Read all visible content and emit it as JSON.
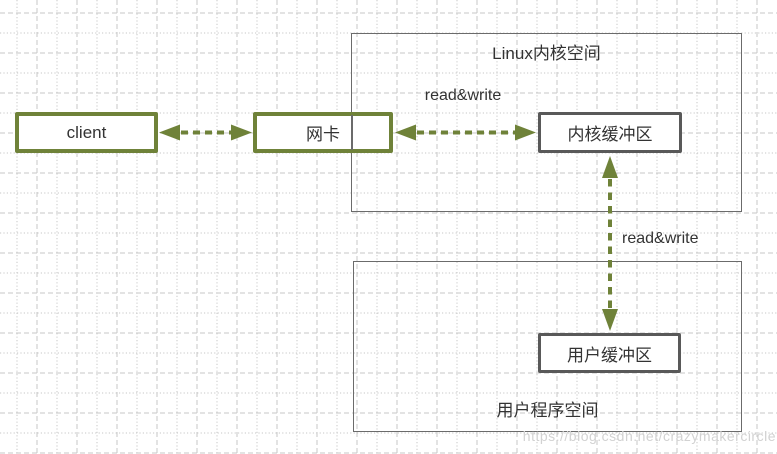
{
  "diagram": {
    "nodes": {
      "client": {
        "label": "client"
      },
      "nic": {
        "label": "网卡"
      },
      "kernel_buffer": {
        "label": "内核缓冲区"
      },
      "user_buffer": {
        "label": "用户缓冲区"
      }
    },
    "containers": {
      "kernel_space": {
        "label": "Linux内核空间"
      },
      "user_space": {
        "label": "用户程序空间"
      }
    },
    "edges": {
      "client_nic": {
        "type": "dashed-double-arrow",
        "label": ""
      },
      "nic_kernel_buffer": {
        "type": "dashed-double-arrow",
        "label": "read&write"
      },
      "kernel_user_buffer": {
        "type": "dashed-double-arrow",
        "label": "read&write"
      }
    },
    "colors": {
      "green": "#6f8239",
      "box_border_gray": "#595959",
      "container_border_gray": "#6b6b6b",
      "grid": "#c7c7c7",
      "text": "#333333",
      "watermark": "#d2d2d2"
    },
    "watermark": {
      "text": "https://blog.csdn.net/crazymakercircle"
    }
  }
}
